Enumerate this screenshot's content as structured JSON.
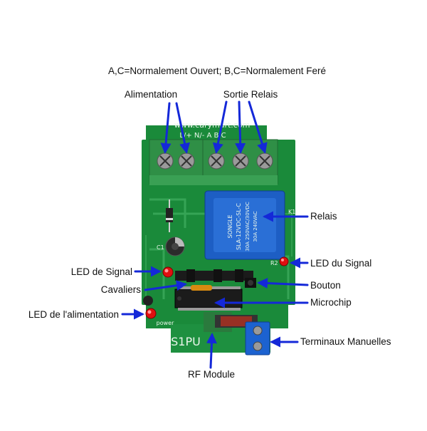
{
  "legend_note": "A,C=Normalement Ouvert; B,C=Normalement Feré",
  "labels": {
    "alimentation": "Alimentation",
    "sortie_relais": "Sortie Relais",
    "relais": "Relais",
    "led_du_signal": "LED du Signal",
    "led_de_signal": "LED de Signal",
    "cavaliers": "Cavaliers",
    "bouton": "Bouton",
    "microchip": "Microchip",
    "led_alimentation": "LED de l'alimentation",
    "terminaux_manuelles": "Terminaux Manuelles",
    "rf_module": "RF Module"
  },
  "board_print": {
    "website": "www.carymart.com",
    "terminal_marks": "L/+ N/-  A  B  C",
    "relay_brand": "SONGLE",
    "relay_model": "SLA-12VDC-SL-C",
    "relay_rating_1": "30A 250VAC/30VDC",
    "relay_rating_2": "30A 240VAC",
    "module_name": "S1PU",
    "power_mark": "power",
    "cap_mark": "C1",
    "r_mark": "R2",
    "k_mark": "K1"
  },
  "colors": {
    "arrow": "#1428d8",
    "pcb": "#1a8a3a",
    "relay": "#1d5ec4",
    "terminal": "#2f8f46",
    "led": "#e01010"
  }
}
